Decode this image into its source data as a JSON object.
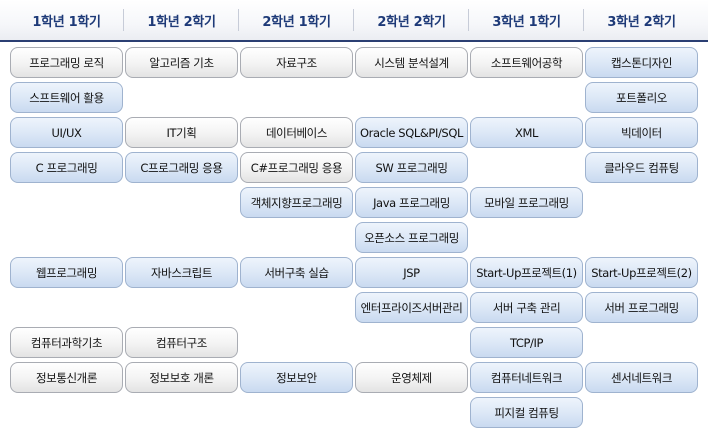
{
  "headers": [
    "1학년 1학기",
    "1학년 2학기",
    "2학년 1학기",
    "2학년 2학기",
    "3학년 1학기",
    "3학년 2학기"
  ],
  "rows": [
    [
      [
        "프로그래밍 로직",
        "g"
      ],
      [
        "알고리즘 기초",
        "g"
      ],
      [
        "자료구조",
        "g"
      ],
      [
        "시스템 분석설계",
        "g"
      ],
      [
        "소프트웨어공학",
        "g"
      ],
      [
        "캡스톤디자인",
        "b"
      ]
    ],
    [
      [
        "스프트웨어 활용",
        "b"
      ],
      null,
      null,
      null,
      null,
      [
        "포트폴리오",
        "b"
      ]
    ],
    [
      [
        "UI/UX",
        "b"
      ],
      [
        "IT기획",
        "g"
      ],
      [
        "데이터베이스",
        "g"
      ],
      [
        "Oracle SQL&PI/SQL",
        "b"
      ],
      [
        "XML",
        "b"
      ],
      [
        "빅데이터",
        "b"
      ]
    ],
    [
      [
        "C 프로그래밍",
        "b"
      ],
      [
        "C프로그래밍 응용",
        "b"
      ],
      [
        "C#프로그래밍 응용",
        "g"
      ],
      [
        "SW 프로그래밍",
        "b"
      ],
      null,
      [
        "클라우드 컴퓨팅",
        "b"
      ]
    ],
    [
      null,
      null,
      [
        "객체지향프로그래밍",
        "b"
      ],
      [
        "Java 프로그래밍",
        "b"
      ],
      [
        "모바일 프로그래밍",
        "b"
      ],
      null
    ],
    [
      null,
      null,
      null,
      [
        "오픈소스 프로그래밍",
        "b"
      ],
      null,
      null
    ],
    [
      [
        "웹프로그래밍",
        "b"
      ],
      [
        "자바스크립트",
        "b"
      ],
      [
        "서버구축 실습",
        "b"
      ],
      [
        "JSP",
        "b"
      ],
      [
        "Start-Up프로젝트(1)",
        "b"
      ],
      [
        "Start-Up프로젝트(2)",
        "b"
      ]
    ],
    [
      null,
      null,
      null,
      [
        "엔터프라이즈서버관리",
        "b"
      ],
      [
        "서버 구축 관리",
        "b"
      ],
      [
        "서버 프로그래밍",
        "b"
      ]
    ],
    [
      [
        "컴퓨터과학기초",
        "g"
      ],
      [
        "컴퓨터구조",
        "g"
      ],
      null,
      null,
      [
        "TCP/IP",
        "b"
      ],
      null
    ],
    [
      [
        "정보통신개론",
        "g"
      ],
      [
        "정보보호 개론",
        "g"
      ],
      [
        "정보보안",
        "b"
      ],
      [
        "운영체제",
        "g"
      ],
      [
        "컴퓨터네트워크",
        "b"
      ],
      [
        "센서네트워크",
        "b"
      ]
    ],
    [
      null,
      null,
      null,
      null,
      [
        "피지컬 컴퓨팅",
        "b"
      ],
      null
    ]
  ]
}
